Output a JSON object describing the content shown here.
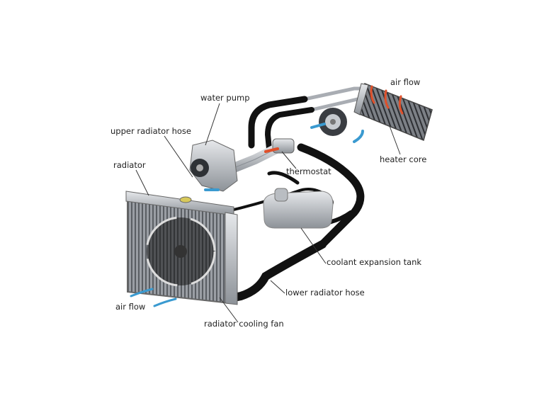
{
  "labels": {
    "water_pump": "water pump",
    "upper_radiator_hose": "upper radiator hose",
    "radiator": "radiator",
    "thermostat": "thermostat",
    "air_flow_top": "air flow",
    "heater_core": "heater core",
    "coolant_expansion_tank": "coolant expansion tank",
    "lower_radiator_hose": "lower radiator hose",
    "air_flow_left": "air flow",
    "radiator_cooling_fan": "radiator cooling fan"
  },
  "colors": {
    "hose": "#111111",
    "metal": "#b8bcc2",
    "hot_arrow": "#e0502a",
    "cold_arrow": "#3a9ad0"
  }
}
